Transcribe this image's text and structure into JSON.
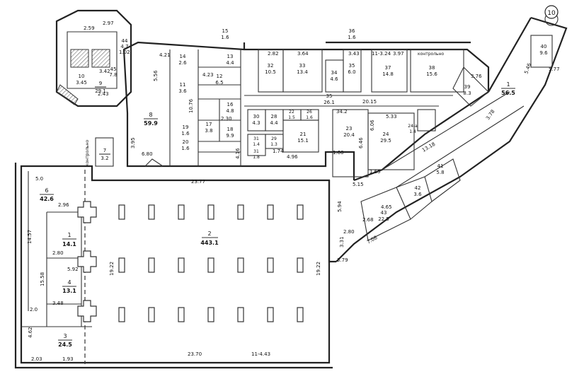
{
  "plan": {
    "badge": "10",
    "labels": {
      "r1": "1",
      "r1a": "56.5",
      "r1w": "1",
      "r1wa": "14.1",
      "r2": "2",
      "r2a": "443.1",
      "r3": "3",
      "r3a": "24.5",
      "r4": "4",
      "r4a": "13.1",
      "r6": "6",
      "r6a": "42.6",
      "r7": "7",
      "r7a": "3.2",
      "r8": "8",
      "r8a": "59.9",
      "r9": "9",
      "r9a": "29.1",
      "r10": "10",
      "r10a": "3.45",
      "r11": "11",
      "r11a": "3.6",
      "r12": "12",
      "r12a": "6.5",
      "r13": "13",
      "r13a": "4.4",
      "r14": "14",
      "r14a": "2.6",
      "r15": "15",
      "r15a": "1.6",
      "r16": "16",
      "r16a": "4.8",
      "r17": "17",
      "r17a": "3.8",
      "r18": "18",
      "r18a": "9.9",
      "r19": "19",
      "r19a": "1.6",
      "r20": "20",
      "r20a": "1.6",
      "r21": "21",
      "r21a": "15.1",
      "r22": "22",
      "r22a": "1.5",
      "r23": "23",
      "r23a": "20.4",
      "r24": "24",
      "r24a": "29.5",
      "r24b": "24-a",
      "r24ba": "1.4",
      "r26": "26",
      "r26a": "1.6",
      "r28": "28",
      "r28a": "4.4",
      "r29": "29",
      "r29a": "1.3",
      "r30": "30",
      "r30a": "4.3",
      "r31": "31",
      "r31a": "1.4",
      "r31b": "31",
      "r31ba": "1.8",
      "r32": "32",
      "r32a": "10.5",
      "r33": "33",
      "r33a": "13.4",
      "r34": "34",
      "r34a": "4.6",
      "r35": "35",
      "r35a": "6.0",
      "r35c": "35",
      "r35ca": "26.1",
      "r36": "36",
      "r36a": "1.6",
      "r37": "37",
      "r37a": "14.8",
      "r38": "38",
      "r38a": "15.6",
      "r39": "39",
      "r39a": "8.3",
      "r40": "40",
      "r40a": "9.6",
      "r41": "41",
      "r41a": "5.8",
      "r42": "42",
      "r42a": "3.6",
      "r43": "43",
      "r43a": "22.5",
      "r44": "44",
      "r44a": "4.7",
      "r45": "45",
      "r45a": "7.8",
      "r5": "5.0",
      "r5q": "5.92",
      "kontr1": "контрольно",
      "kontr2": "контрольно"
    },
    "dims": {
      "d2377": "23.77",
      "d2370": "23.70",
      "d1922a": "19.22",
      "d1922b": "19.22",
      "d1557": "14.57",
      "d1558": "15.58",
      "d1145": "11-4.43",
      "d1134": "11-3.24",
      "d680": "6.80",
      "d421": "4.21",
      "d556": "5.56",
      "d282": "2.82",
      "d364": "3.64",
      "d343": "3.43",
      "d397": "3.97",
      "d2015": "20.15",
      "d533": "5.33",
      "d342": "34.2",
      "d296": "2.96",
      "d280": "2.80",
      "d348": "3.48",
      "d200": "2.0",
      "d462": "4.62",
      "d203": "2.03",
      "d193": "1.93",
      "d259": "2.59",
      "d297": "2.97",
      "d102": "1.02",
      "d243": "2.43",
      "d342b": "3.42",
      "d496": "4.96",
      "d160": "1.60",
      "d165": "1.65",
      "d515": "5.15",
      "d646": "6.46",
      "d606": "6.06",
      "d594": "5.94",
      "d280b": "2.80",
      "d331": "3.31",
      "d379": "3.79",
      "d268": "2.68",
      "d378": "3.78",
      "d1318": "13.18",
      "d546": "5.46",
      "d577": "5.77",
      "d708": "7.08",
      "d465": "4.65",
      "d230": "2.30",
      "d376": "3.76",
      "d423": "4.23",
      "d1076": "10.76",
      "d395": "3.95",
      "d416": "4.16",
      "d174": "1.74"
    }
  }
}
